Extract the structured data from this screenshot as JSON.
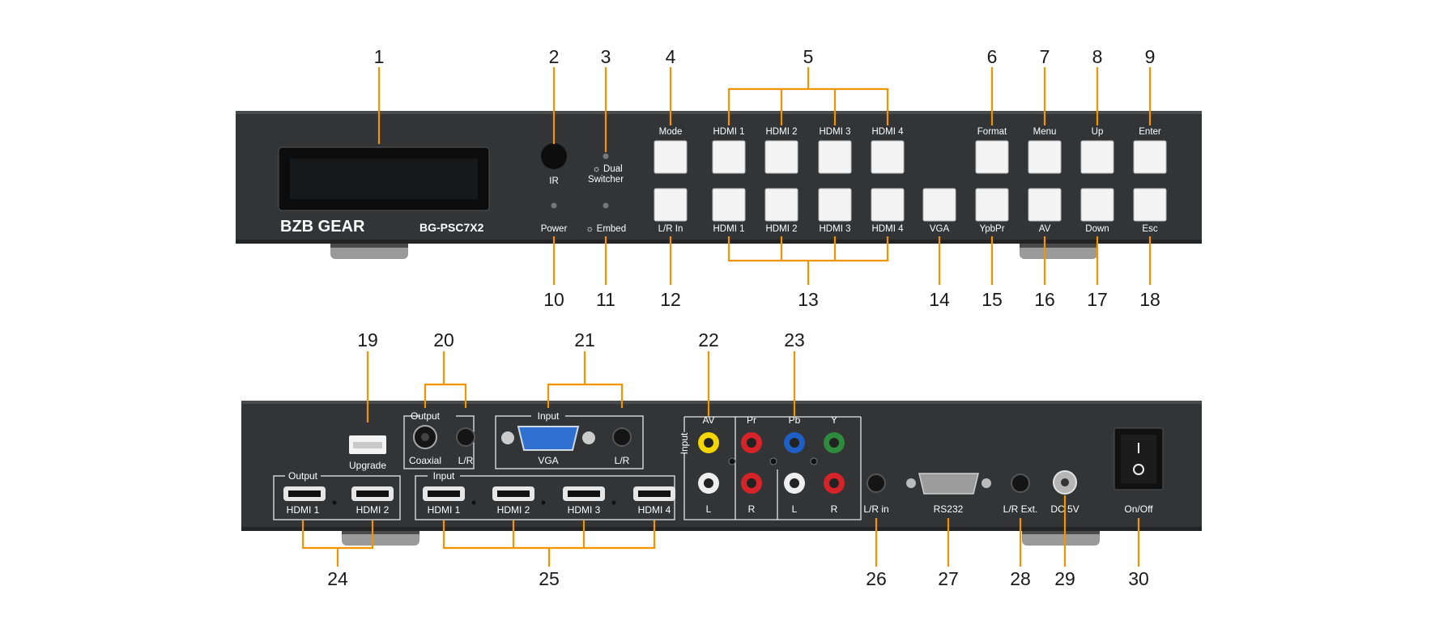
{
  "brand": {
    "logo_text": "BZB GEAR",
    "model": "BG-PSC7X2"
  },
  "front_panel": {
    "callout_numbers": [
      "1",
      "2",
      "3",
      "4",
      "5",
      "6",
      "7",
      "8",
      "9",
      "10",
      "11",
      "12",
      "13",
      "14",
      "15",
      "16",
      "17",
      "18"
    ],
    "labels": {
      "ir": "IR",
      "dual_switcher_line1": "Dual",
      "dual_switcher_line2": "Switcher",
      "power": "Power",
      "embed": "Embed",
      "mode": "Mode",
      "lr_in": "L/R In",
      "top_hdmi": [
        "HDMI 1",
        "HDMI 2",
        "HDMI 3",
        "HDMI 4"
      ],
      "bottom_hdmi": [
        "HDMI 1",
        "HDMI 2",
        "HDMI 3",
        "HDMI 4"
      ],
      "vga": "VGA",
      "format": "Format",
      "menu": "Menu",
      "up": "Up",
      "enter": "Enter",
      "ypbpr": "YpbPr",
      "av": "AV",
      "down": "Down",
      "esc": "Esc"
    }
  },
  "rear_panel": {
    "callout_numbers": [
      "19",
      "20",
      "21",
      "22",
      "23",
      "24",
      "25",
      "26",
      "27",
      "28",
      "29",
      "30"
    ],
    "labels": {
      "upgrade": "Upgrade",
      "output_top": "Output",
      "coaxial": "Coaxial",
      "lr": "L/R",
      "input_vga": "Input",
      "vga": "VGA",
      "lr_vga": "L/R",
      "output_hdmi": "Output",
      "hdmi_out": [
        "HDMI 1",
        "HDMI 2"
      ],
      "input_hdmi": "Input",
      "hdmi_in": [
        "HDMI 1",
        "HDMI 2",
        "HDMI 3",
        "HDMI 4"
      ],
      "input_vertical": "Input",
      "av": "AV",
      "pr": "Pr",
      "pb": "Pb",
      "y": "Y",
      "l1": "L",
      "r1": "R",
      "l2": "L",
      "r2": "R",
      "lr_in": "L/R in",
      "rs232": "RS232",
      "lr_ext": "L/R Ext.",
      "dc5v": "DC 5V",
      "on_off": "On/Off"
    }
  },
  "colors": {
    "callout": "#f29400",
    "panel": "#333435",
    "yellow_jack": "#f3d500",
    "red_jack": "#d6232a",
    "blue_jack": "#1e5fc6",
    "green_jack": "#2e8b3d",
    "vga_blue": "#2f6fd0"
  }
}
